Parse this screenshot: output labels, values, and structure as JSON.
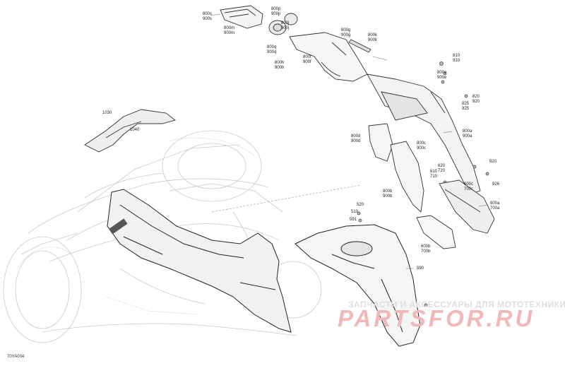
{
  "diagram_code": "70YA004",
  "callouts": [
    {
      "id": "c1",
      "lines": [
        "800s",
        "900s"
      ]
    },
    {
      "id": "c2",
      "lines": [
        "800p",
        "900p"
      ]
    },
    {
      "id": "c3",
      "lines": [
        "800m",
        "900m"
      ]
    },
    {
      "id": "c4",
      "lines": [
        "800j",
        "900j"
      ]
    },
    {
      "id": "c5",
      "lines": [
        "800g",
        "900g"
      ]
    },
    {
      "id": "c6",
      "lines": [
        "800k",
        "900k"
      ]
    },
    {
      "id": "c7",
      "lines": [
        "800q",
        "900q"
      ]
    },
    {
      "id": "c8",
      "lines": [
        "800f",
        "900f"
      ]
    },
    {
      "id": "c9",
      "lines": [
        "800h",
        "900h"
      ]
    },
    {
      "id": "c10",
      "lines": [
        "810",
        "910"
      ]
    },
    {
      "id": "c11",
      "lines": [
        "800e",
        "900e"
      ]
    },
    {
      "id": "c12",
      "lines": [
        "820",
        "920"
      ]
    },
    {
      "id": "c13",
      "lines": [
        "825",
        "925"
      ]
    },
    {
      "id": "c14",
      "lines": [
        "1030"
      ]
    },
    {
      "id": "c15",
      "lines": [
        "1040"
      ]
    },
    {
      "id": "c16",
      "lines": [
        "800d",
        "900d"
      ]
    },
    {
      "id": "c17",
      "lines": [
        "800a",
        "900a"
      ]
    },
    {
      "id": "c18",
      "lines": [
        "800c",
        "900c"
      ]
    },
    {
      "id": "c19",
      "lines": [
        "920"
      ]
    },
    {
      "id": "c20",
      "lines": [
        "820",
        "720"
      ]
    },
    {
      "id": "c21",
      "lines": [
        "610",
        "710"
      ]
    },
    {
      "id": "c22",
      "lines": [
        "926"
      ]
    },
    {
      "id": "c23",
      "lines": [
        "600c",
        "700c"
      ]
    },
    {
      "id": "c24",
      "lines": [
        "800b",
        "900b"
      ]
    },
    {
      "id": "c25",
      "lines": [
        "520"
      ]
    },
    {
      "id": "c26",
      "lines": [
        "510"
      ]
    },
    {
      "id": "c27",
      "lines": [
        "591"
      ]
    },
    {
      "id": "c28",
      "lines": [
        "600a",
        "700a"
      ]
    },
    {
      "id": "c29",
      "lines": [
        "600b",
        "700b"
      ]
    },
    {
      "id": "c30",
      "lines": [
        "590"
      ]
    }
  ],
  "watermark": {
    "tagline": "ЗАПЧАСТИ И АКСЕССУАРЫ ДЛЯ МОТОТЕХНИКИ",
    "logo": "PARTSFOR.RU"
  }
}
